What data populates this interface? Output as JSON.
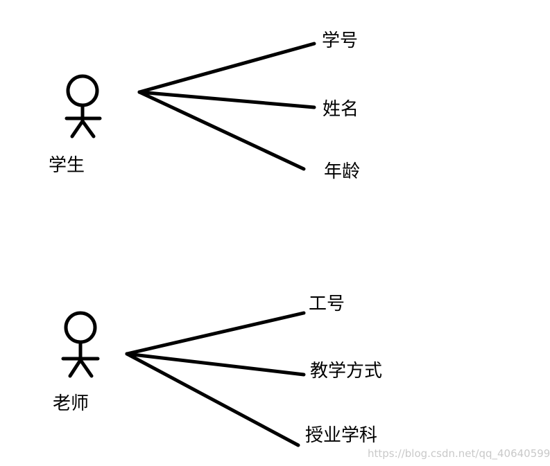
{
  "student": {
    "actor_label": "学生",
    "attributes": [
      "学号",
      "姓名",
      "年龄"
    ]
  },
  "teacher": {
    "actor_label": "老师",
    "attributes": [
      "工号",
      "教学方式",
      "授业学科"
    ]
  },
  "watermark": "https://blog.csdn.net/qq_40640599"
}
